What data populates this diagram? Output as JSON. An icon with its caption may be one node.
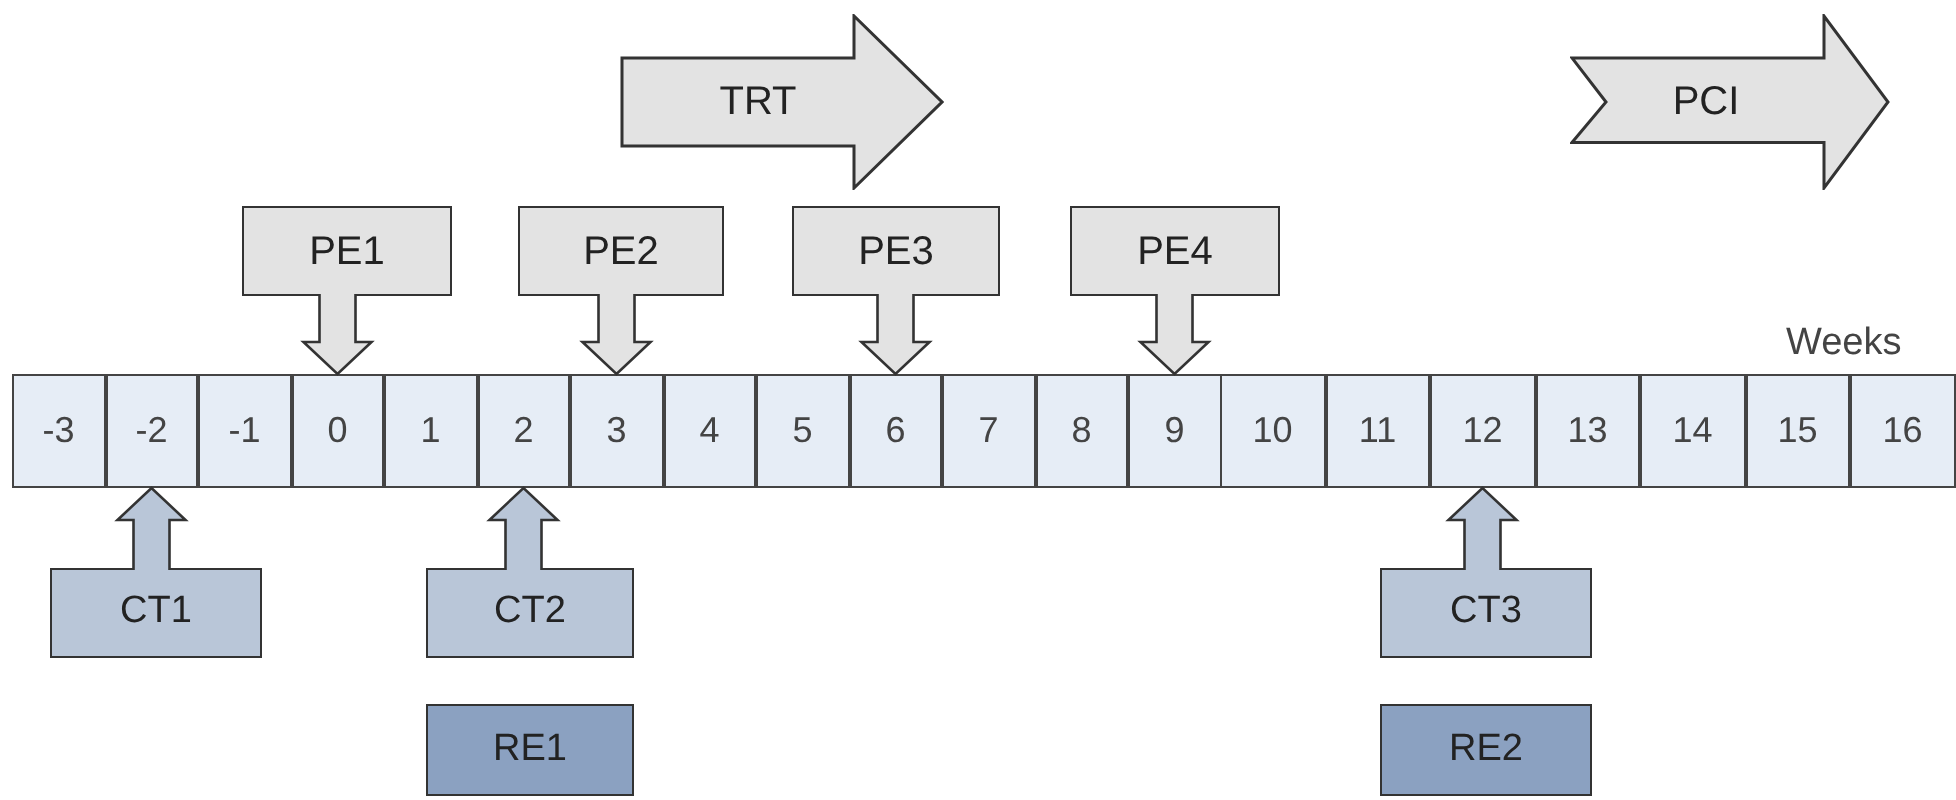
{
  "diagram": {
    "nodes": [
      {
        "text": [
          "TRT"
        ]
      },
      {
        "text": [
          "PCI"
        ]
      },
      {
        "text": [
          "PE1"
        ]
      },
      {
        "text": [
          "PE2"
        ]
      },
      {
        "text": [
          "PE3"
        ]
      },
      {
        "text": [
          "PE4"
        ]
      },
      {
        "text": [
          "-3"
        ]
      },
      {
        "text": [
          "-2"
        ]
      },
      {
        "text": [
          "-1"
        ]
      },
      {
        "text": [
          "0"
        ]
      },
      {
        "text": [
          "1"
        ]
      },
      {
        "text": [
          "2"
        ]
      },
      {
        "text": [
          "3"
        ]
      },
      {
        "text": [
          "4"
        ]
      },
      {
        "text": [
          "5"
        ]
      },
      {
        "text": [
          "6"
        ]
      },
      {
        "text": [
          "7"
        ]
      },
      {
        "text": [
          "8"
        ]
      },
      {
        "text": [
          "9"
        ]
      },
      {
        "text": [
          "10"
        ]
      },
      {
        "text": [
          "11"
        ]
      },
      {
        "text": [
          "12"
        ]
      },
      {
        "text": [
          "13"
        ]
      },
      {
        "text": [
          "14"
        ]
      },
      {
        "text": [
          "15"
        ]
      },
      {
        "text": [
          "16"
        ]
      },
      {
        "text": [
          "CT1"
        ]
      },
      {
        "text": [
          "CT2"
        ]
      },
      {
        "text": [
          "CT3"
        ]
      },
      {
        "text": [
          "RE1"
        ]
      },
      {
        "text": [
          "RE2"
        ]
      }
    ],
    "edges": [
      {
        "from": 2,
        "to": 9,
        "arrow": "to"
      },
      {
        "from": 3,
        "to": 12,
        "arrow": "to"
      },
      {
        "from": 4,
        "to": 15,
        "arrow": "to"
      },
      {
        "from": 5,
        "to": 18,
        "arrow": "to"
      },
      {
        "from": 26,
        "to": 7,
        "arrow": "to"
      },
      {
        "from": 27,
        "to": 11,
        "arrow": "to"
      },
      {
        "from": 28,
        "to": 21,
        "arrow": "to"
      }
    ],
    "labels": [
      "Weeks"
    ]
  }
}
